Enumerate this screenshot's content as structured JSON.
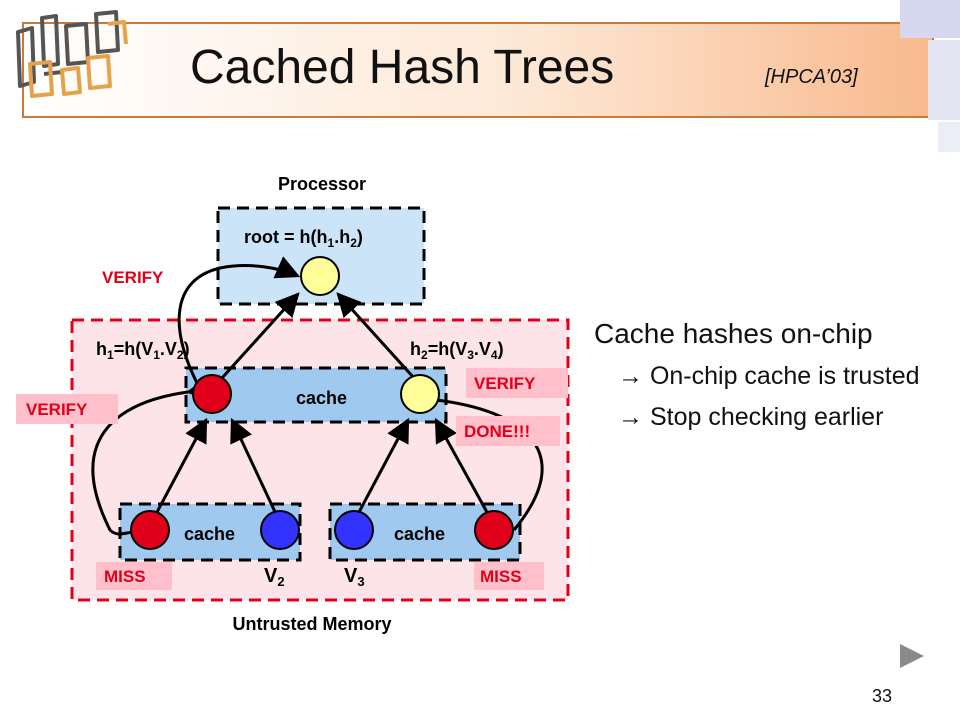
{
  "slide": {
    "title": "Cached Hash Trees",
    "citation": "[HPCA’03]",
    "page_number": "33"
  },
  "diagram": {
    "processor_label": "Processor",
    "untrusted_label": "Untrusted Memory",
    "root_label": {
      "text": "root = h(h",
      "sub1": "1",
      "mid": ".h",
      "sub2": "2",
      "end": ")"
    },
    "h1_label": {
      "a": "h",
      "s1": "1",
      "b": "=h(V",
      "s2": "1",
      "c": ".V",
      "s3": "2",
      "d": ")"
    },
    "h2_label": {
      "a": "h",
      "s1": "2",
      "b": "=h(V",
      "s2": "3",
      "c": ".V",
      "s3": "4",
      "d": ")"
    },
    "cache_mid": "cache",
    "cache_left": "cache",
    "cache_right": "cache",
    "v2_label": {
      "a": "V",
      "s": "2"
    },
    "v3_label": {
      "a": "V",
      "s": "3"
    },
    "tags": {
      "verify_top": "VERIFY",
      "verify_left": "VERIFY",
      "verify_right": "VERIFY",
      "done": "DONE!!!",
      "miss_left": "MISS",
      "miss_right": "MISS"
    },
    "colors": {
      "red": "#e0001a",
      "blue": "#3333ff",
      "yellow": "#ffff99",
      "processor_fill": "#cce4f7",
      "memory_fill": "#fde4e8",
      "cache_fill": "#9fc9ee",
      "tag_fill": "#ffc0cb",
      "tag_text": "#e0001a"
    }
  },
  "bullets": {
    "main": "Cache hashes on-chip",
    "arrow": "→",
    "items": [
      "On-chip cache is trusted",
      "Stop checking earlier"
    ]
  }
}
